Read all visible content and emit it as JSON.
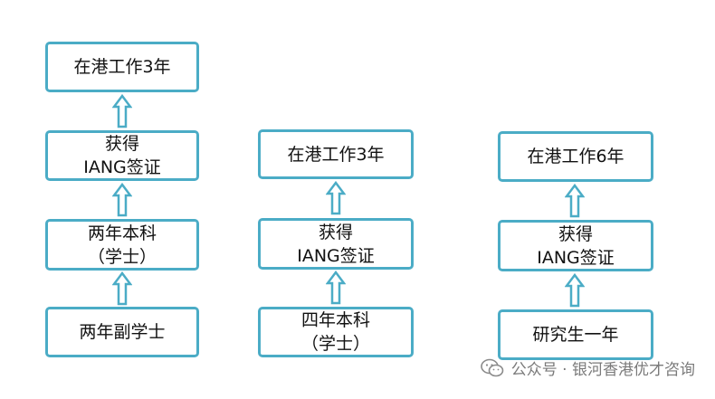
{
  "colors": {
    "box_border": "#4bacc6",
    "arrow_stroke": "#4bacc6",
    "text": "#111111",
    "watermark": "#7a7a7a"
  },
  "columns": [
    {
      "id": "col1",
      "boxes": [
        {
          "lines": [
            "在港工作3年"
          ]
        },
        {
          "lines": [
            "获得",
            "IANG签证"
          ]
        },
        {
          "lines": [
            "两年本科",
            "（学士）"
          ]
        },
        {
          "lines": [
            "两年副学士"
          ]
        }
      ]
    },
    {
      "id": "col2",
      "boxes": [
        {
          "lines": [
            "在港工作3年"
          ]
        },
        {
          "lines": [
            "获得",
            "IANG签证"
          ]
        },
        {
          "lines": [
            "四年本科",
            "（学士）"
          ]
        }
      ]
    },
    {
      "id": "col3",
      "boxes": [
        {
          "lines": [
            "在港工作6年"
          ]
        },
        {
          "lines": [
            "获得",
            "IANG签证"
          ]
        },
        {
          "lines": [
            "研究生一年"
          ]
        }
      ]
    }
  ],
  "watermark": {
    "icon": "wechat-icon",
    "text": "公众号 · 银河香港优才咨询"
  }
}
